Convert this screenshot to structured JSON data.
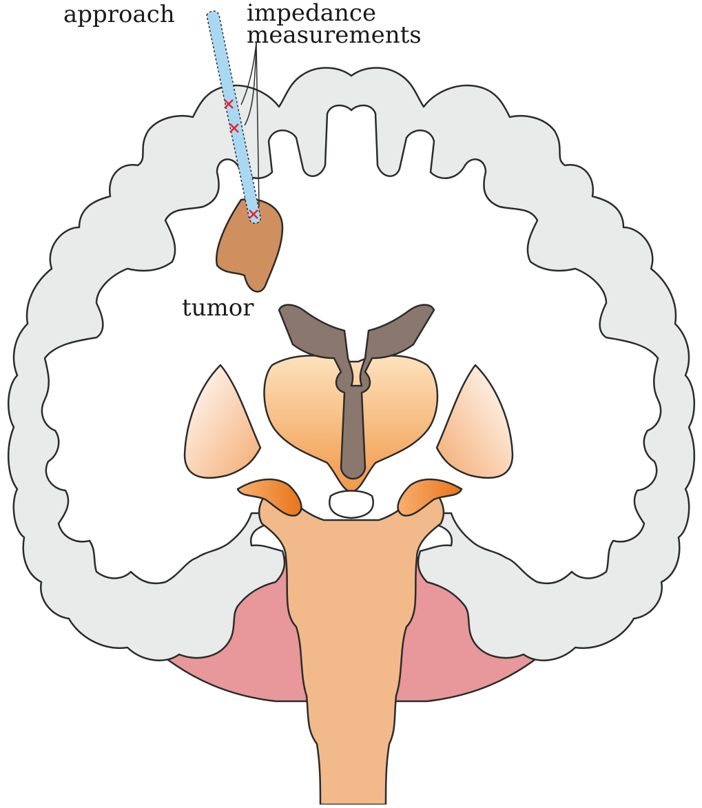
{
  "labels": {
    "approach": "approach",
    "impedance_line1": "impedance",
    "impedance_line2": "measurements",
    "tumor": "tumor"
  },
  "colors": {
    "cortex_fill": "#e9eaea",
    "white_matter": "#ffffff",
    "outline": "#2b2b2b",
    "tumor": "#cf8f5f",
    "ventricle": "#8a776e",
    "thalamus_top": "#fcd8a8",
    "thalamus_bottom": "#f0a050",
    "brainstem": "#f2ba8a",
    "cerebellum": "#e8979a",
    "probe": "#a9d8f2",
    "marker": "#e8202a",
    "insula_gradient": "#f2a468"
  },
  "probe": {
    "measurement_markers": 3
  }
}
